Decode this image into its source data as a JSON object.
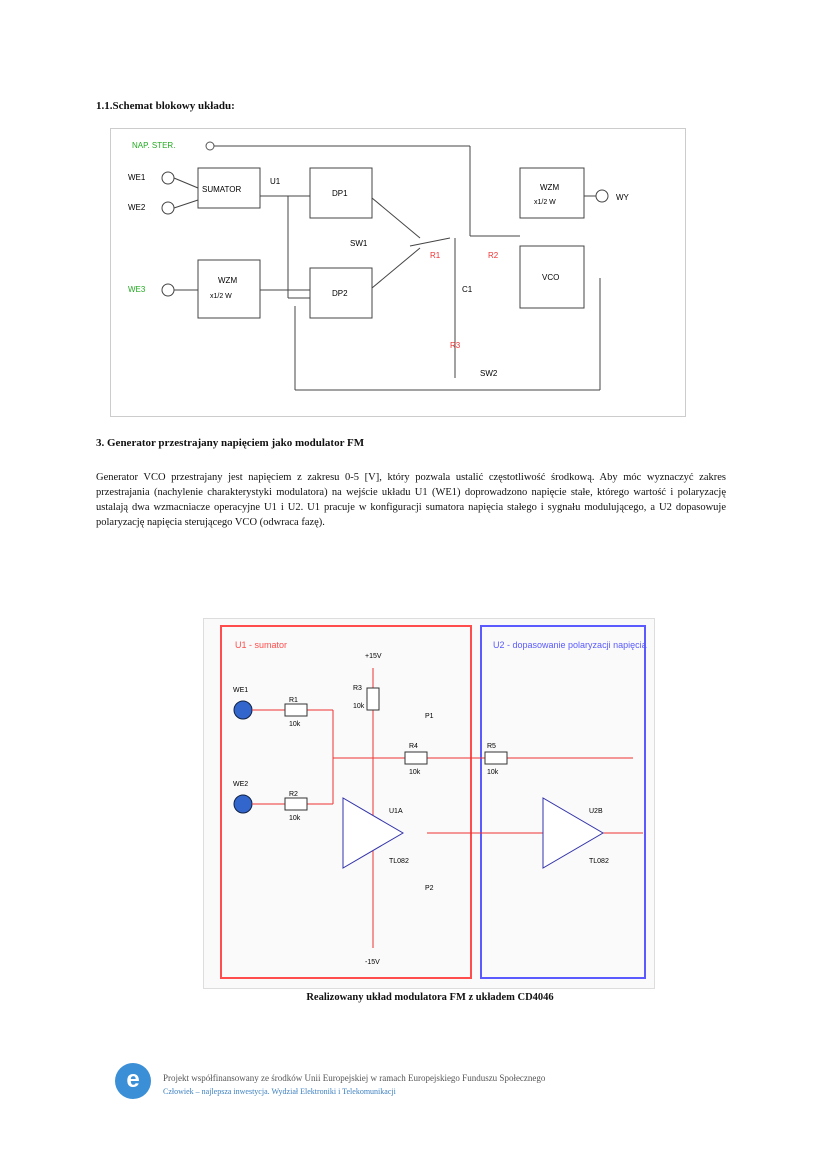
{
  "section1": {
    "heading": "1.1.Schemat blokowy układu:"
  },
  "block_diagram": {
    "ctrl_label": "NAP. STER.",
    "we1": "WE1",
    "we2": "WE2",
    "we3": "WE3",
    "wy": "WY",
    "sumator": "SUMATOR",
    "dp1": "DP1",
    "dp2": "DP2",
    "wzm1": "WZM",
    "wzm1_gain": "x1/2 W",
    "wzm2": "WZM",
    "wzm2_gain": "x1/2 W",
    "vco": "VCO",
    "sw1": "SW1",
    "sw2": "SW2",
    "c1": "C1",
    "u1": "U1",
    "r1": "R1",
    "r2": "R2",
    "r3": "R3"
  },
  "section3": {
    "heading": "3. Generator przestrajany napięciem jako modulator FM",
    "paragraph": "Generator VCO przestrajany jest napięciem z zakresu 0-5 [V], który pozwala ustalić częstotliwość środkową. Aby móc wyznaczyć zakres przestrajania (nachylenie charakterystyki modulatora) na wejście układu U1 (WE1) doprowadzono napięcie stałe, którego wartość i polaryzację ustalają dwa wzmacniacze operacyjne U1 i U2. U1 pracuje w konfiguracji sumatora napięcia stałego i sygnału modulującego, a U2 dopasowuje polaryzację napięcia sterującego VCO (odwraca fazę)."
  },
  "circuit": {
    "box1_title": "U1 - sumator",
    "box2_title": "U2 - dopasowanie polaryzacji napięcia",
    "in1": "WE1",
    "in2": "WE2",
    "r1": "R1",
    "r1v": "10k",
    "r2": "R2",
    "r2v": "10k",
    "r3": "R3",
    "r3v": "10k",
    "r4": "R4",
    "r4v": "10k",
    "r5": "R5",
    "r5v": "10k",
    "vcc": "+15V",
    "vee": "-15V",
    "opamp1": "U1A",
    "opamp1_type": "TL082",
    "opamp2": "U2B",
    "opamp2_type": "TL082",
    "pot1": "P1",
    "pot2": "P2",
    "colors": {
      "box1": "#ff4d4d",
      "box2": "#5a5aff"
    }
  },
  "caption": "Realizowany układ modulatora FM z układem CD4046",
  "footer": {
    "line1": "Projekt współfinansowany ze środków Unii Europejskiej w ramach Europejskiego Funduszu Społecznego",
    "line2": "Człowiek – najlepsza inwestycja. Wydział Elektroniki i Telekomunikacji",
    "logo_letter": "e"
  }
}
